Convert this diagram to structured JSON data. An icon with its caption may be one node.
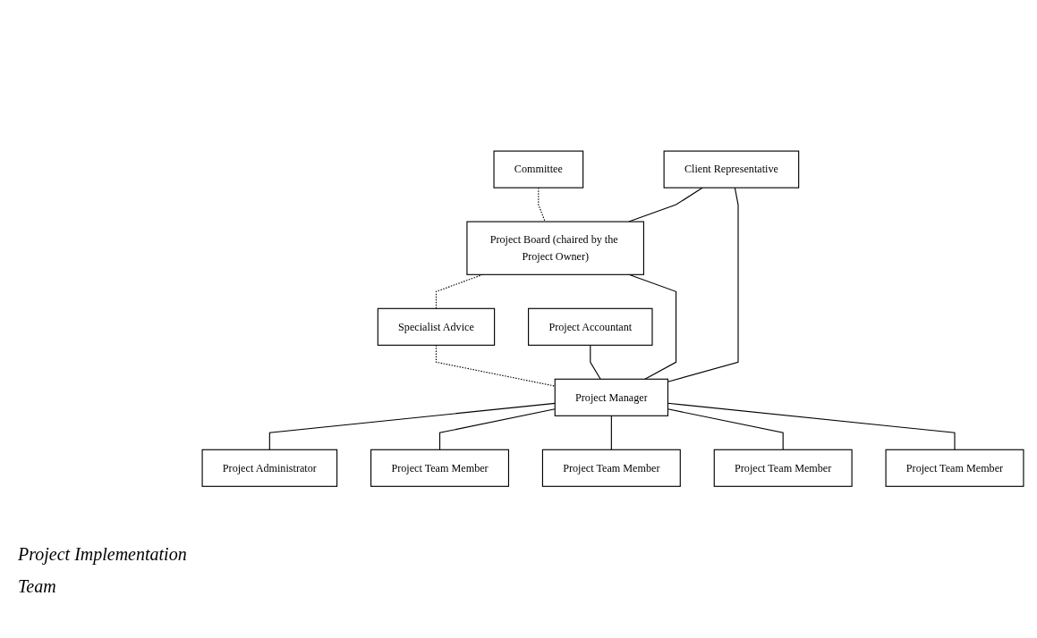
{
  "diagram": {
    "nodes": [
      {
        "text": [
          "Committee"
        ]
      },
      {
        "text": [
          "Project Board (chaired by the Project Owner)"
        ]
      },
      {
        "text": [
          "Client Representative"
        ]
      },
      {
        "text": [
          "Specialist Advice"
        ]
      },
      {
        "text": [
          "Project Accountant"
        ]
      },
      {
        "text": [
          "Project Manager"
        ]
      },
      {
        "text": [
          "Project Administrator"
        ]
      },
      {
        "text": [
          "Project Team Member"
        ]
      },
      {
        "text": [
          "Project Team Member"
        ]
      },
      {
        "text": [
          "Project Team Member"
        ]
      },
      {
        "text": [
          "Project Team Member"
        ]
      }
    ],
    "edges": [
      {
        "from": 0,
        "to": 1,
        "arrow": "none",
        "style": "dashed"
      },
      {
        "from": 2,
        "to": 1,
        "arrow": "none"
      },
      {
        "from": 1,
        "to": 3,
        "arrow": "none",
        "style": "dashed"
      },
      {
        "from": 2,
        "to": 5,
        "arrow": "none"
      },
      {
        "from": 1,
        "to": 5,
        "arrow": "none"
      },
      {
        "from": 3,
        "to": 5,
        "arrow": "none",
        "style": "dashed"
      },
      {
        "from": 4,
        "to": 5,
        "arrow": "none"
      },
      {
        "from": 5,
        "to": 6,
        "arrow": "none"
      },
      {
        "from": 5,
        "to": 7,
        "arrow": "none"
      },
      {
        "from": 5,
        "to": 8,
        "arrow": "none"
      },
      {
        "from": 5,
        "to": 9,
        "arrow": "none"
      },
      {
        "from": 5,
        "to": 10,
        "arrow": "none"
      }
    ],
    "labels": [
      "Project Implementation Team"
    ]
  }
}
